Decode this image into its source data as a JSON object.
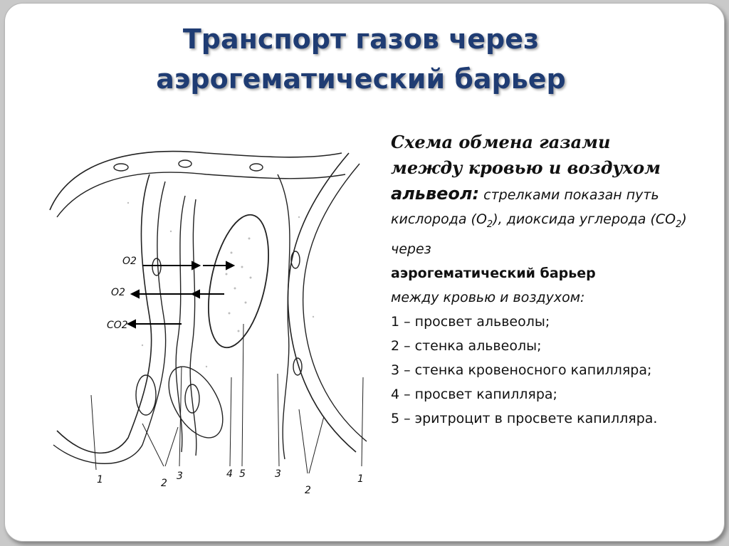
{
  "title": {
    "line1": "Транспорт газов через",
    "line2": "аэрогематический барьер"
  },
  "caption": {
    "heading_l1": "Схема обмена газами",
    "heading_l2": "между кровью и воздухом",
    "heading_l3": "альвеол:",
    "intro_a": "стрелками показан путь кислорода (O",
    "o2_sub": "2",
    "intro_b": "), диоксида углерода (CO",
    "co2_sub": "2",
    "intro_c": ") через",
    "barrier": "аэрогематический барьер",
    "between": "между кровью и воздухом:",
    "items": [
      "1 – просвет альвеолы;",
      "2 – стенка альвеолы;",
      "3 – стенка кровеносного капилляра;",
      "4 – просвет капилляра;",
      "5 – эритроцит в просвете капилляра."
    ]
  },
  "diagram": {
    "gas_labels": [
      "O2",
      "O2",
      "CO2"
    ],
    "numbers": [
      "1",
      "2",
      "3",
      "4",
      "5",
      "3",
      "2",
      "1"
    ]
  }
}
